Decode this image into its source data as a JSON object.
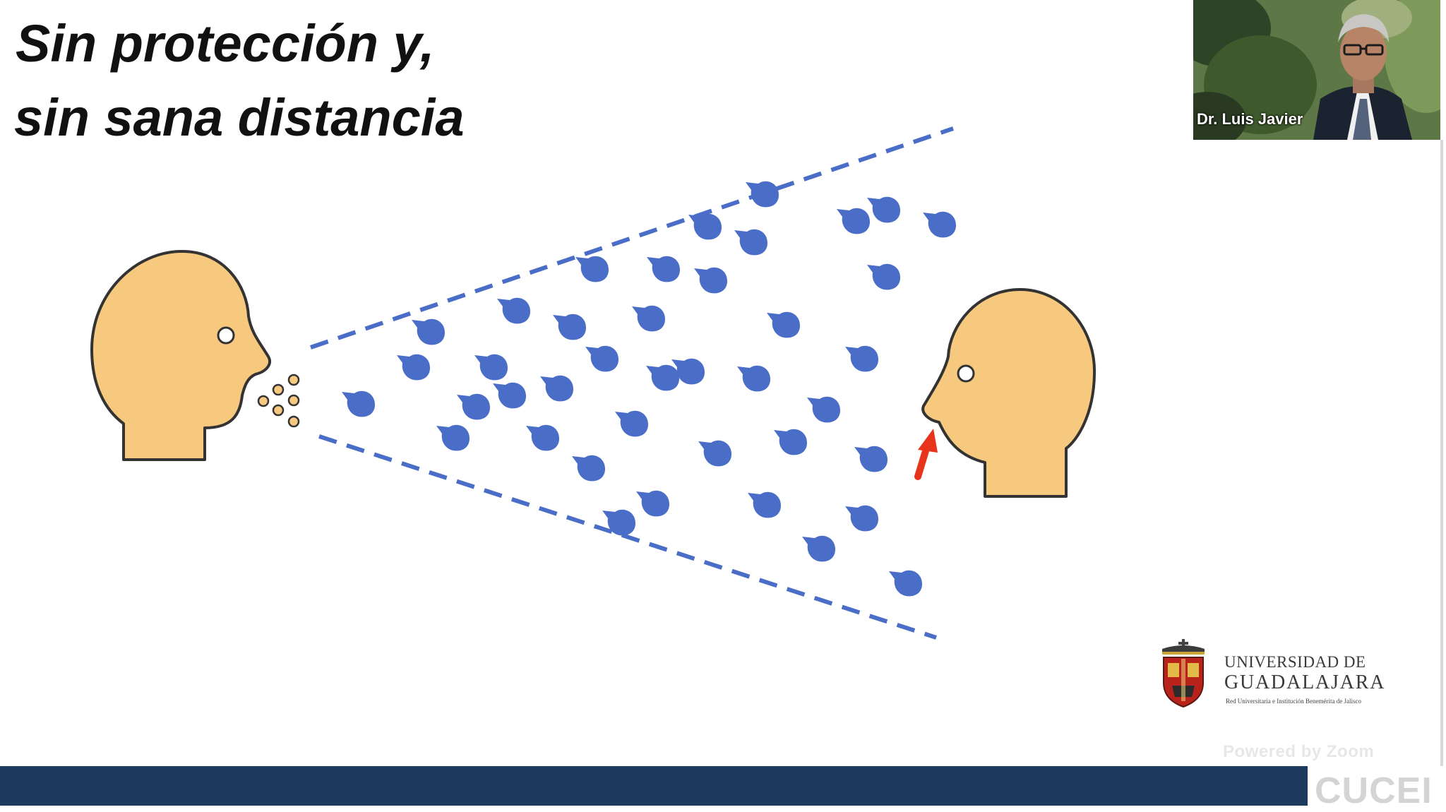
{
  "slide": {
    "title_line_1": "Sin protección y,",
    "title_line_2": "sin sana distancia",
    "colors": {
      "skin": "#f6c97f",
      "outline": "#333333",
      "droplet": "#4a6ec7",
      "cone_line": "#4a6ec7",
      "arrow": "#e8341c",
      "bottom_bar": "#1f3a5f"
    },
    "droplet_count": 40
  },
  "logo": {
    "name_line_1": "UNIVERSIDAD DE",
    "name_line_2": "GUADALAJARA",
    "subtitle": "Red Universitaria e Institución Benemérita de Jalisco"
  },
  "footer": {
    "tag": "CUCEI"
  },
  "zoom": {
    "watermark": "Powered by Zoom",
    "participant_name": "Dr. Luis Javier"
  }
}
